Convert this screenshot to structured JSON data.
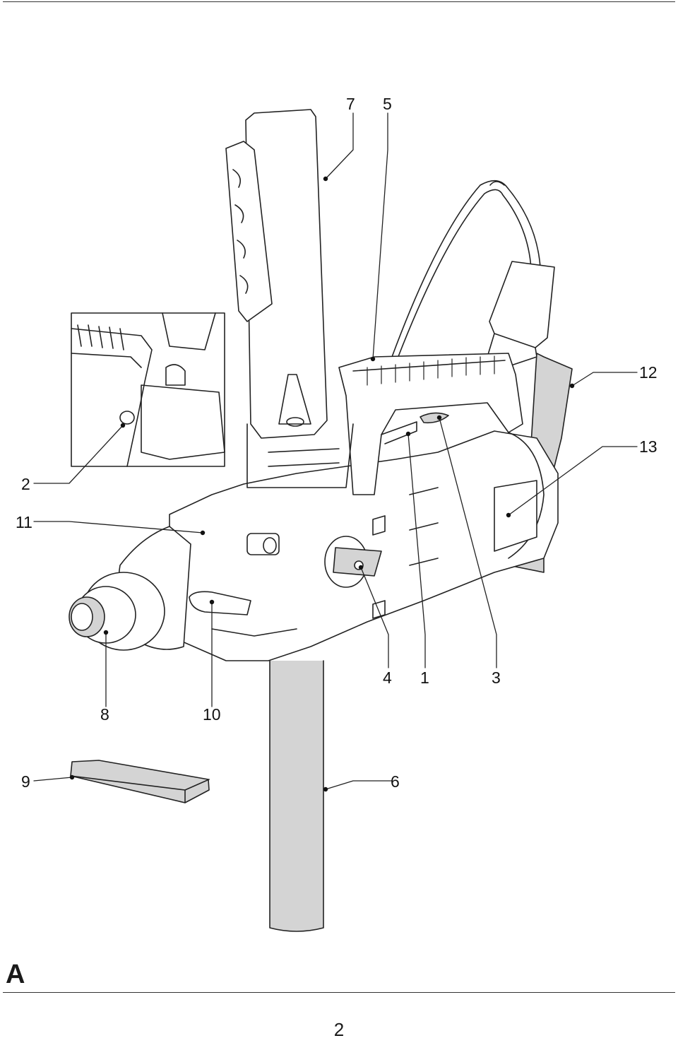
{
  "figure": {
    "letter": "A",
    "page_number": "2"
  },
  "callouts": {
    "c1": "1",
    "c2": "2",
    "c3": "3",
    "c4": "4",
    "c5": "5",
    "c6": "6",
    "c7": "7",
    "c8": "8",
    "c9": "9",
    "c10": "10",
    "c11": "11",
    "c12": "12",
    "c13": "13"
  }
}
